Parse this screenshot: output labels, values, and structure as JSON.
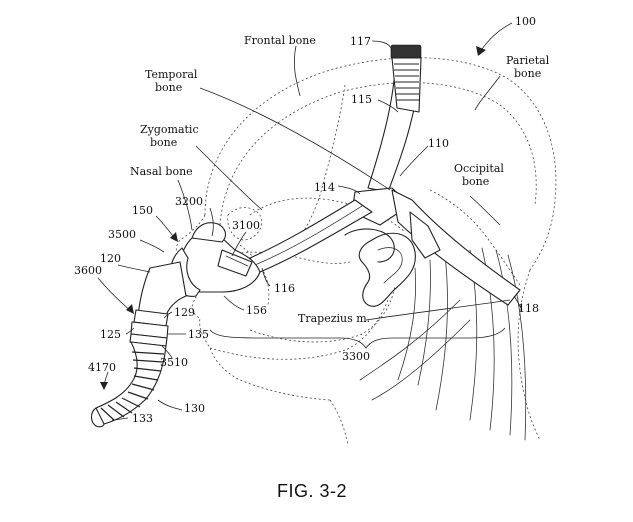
{
  "figure": {
    "caption": "FIG. 3-2",
    "ref_main": "100"
  },
  "bones": {
    "frontal": "Frontal bone",
    "temporal_1": "Temporal",
    "temporal_2": "bone",
    "zygomatic_1": "Zygomatic",
    "zygomatic_2": "bone",
    "nasal": "Nasal bone",
    "parietal_1": "Parietal",
    "parietal_2": "bone",
    "occipital_1": "Occipital",
    "occipital_2": "bone",
    "trapezius": "Trapezius m."
  },
  "refs": {
    "r117": "117",
    "r115": "115",
    "r110": "110",
    "r114": "114",
    "r3200": "3200",
    "r3100": "3100",
    "r150": "150",
    "r3500": "3500",
    "r120": "120",
    "r3600": "3600",
    "r116": "116",
    "r156": "156",
    "r129": "129",
    "r125": "125",
    "r135": "135",
    "r3510": "3510",
    "r3300": "3300",
    "r118": "118",
    "r4170": "4170",
    "r130": "130",
    "r133": "133"
  }
}
